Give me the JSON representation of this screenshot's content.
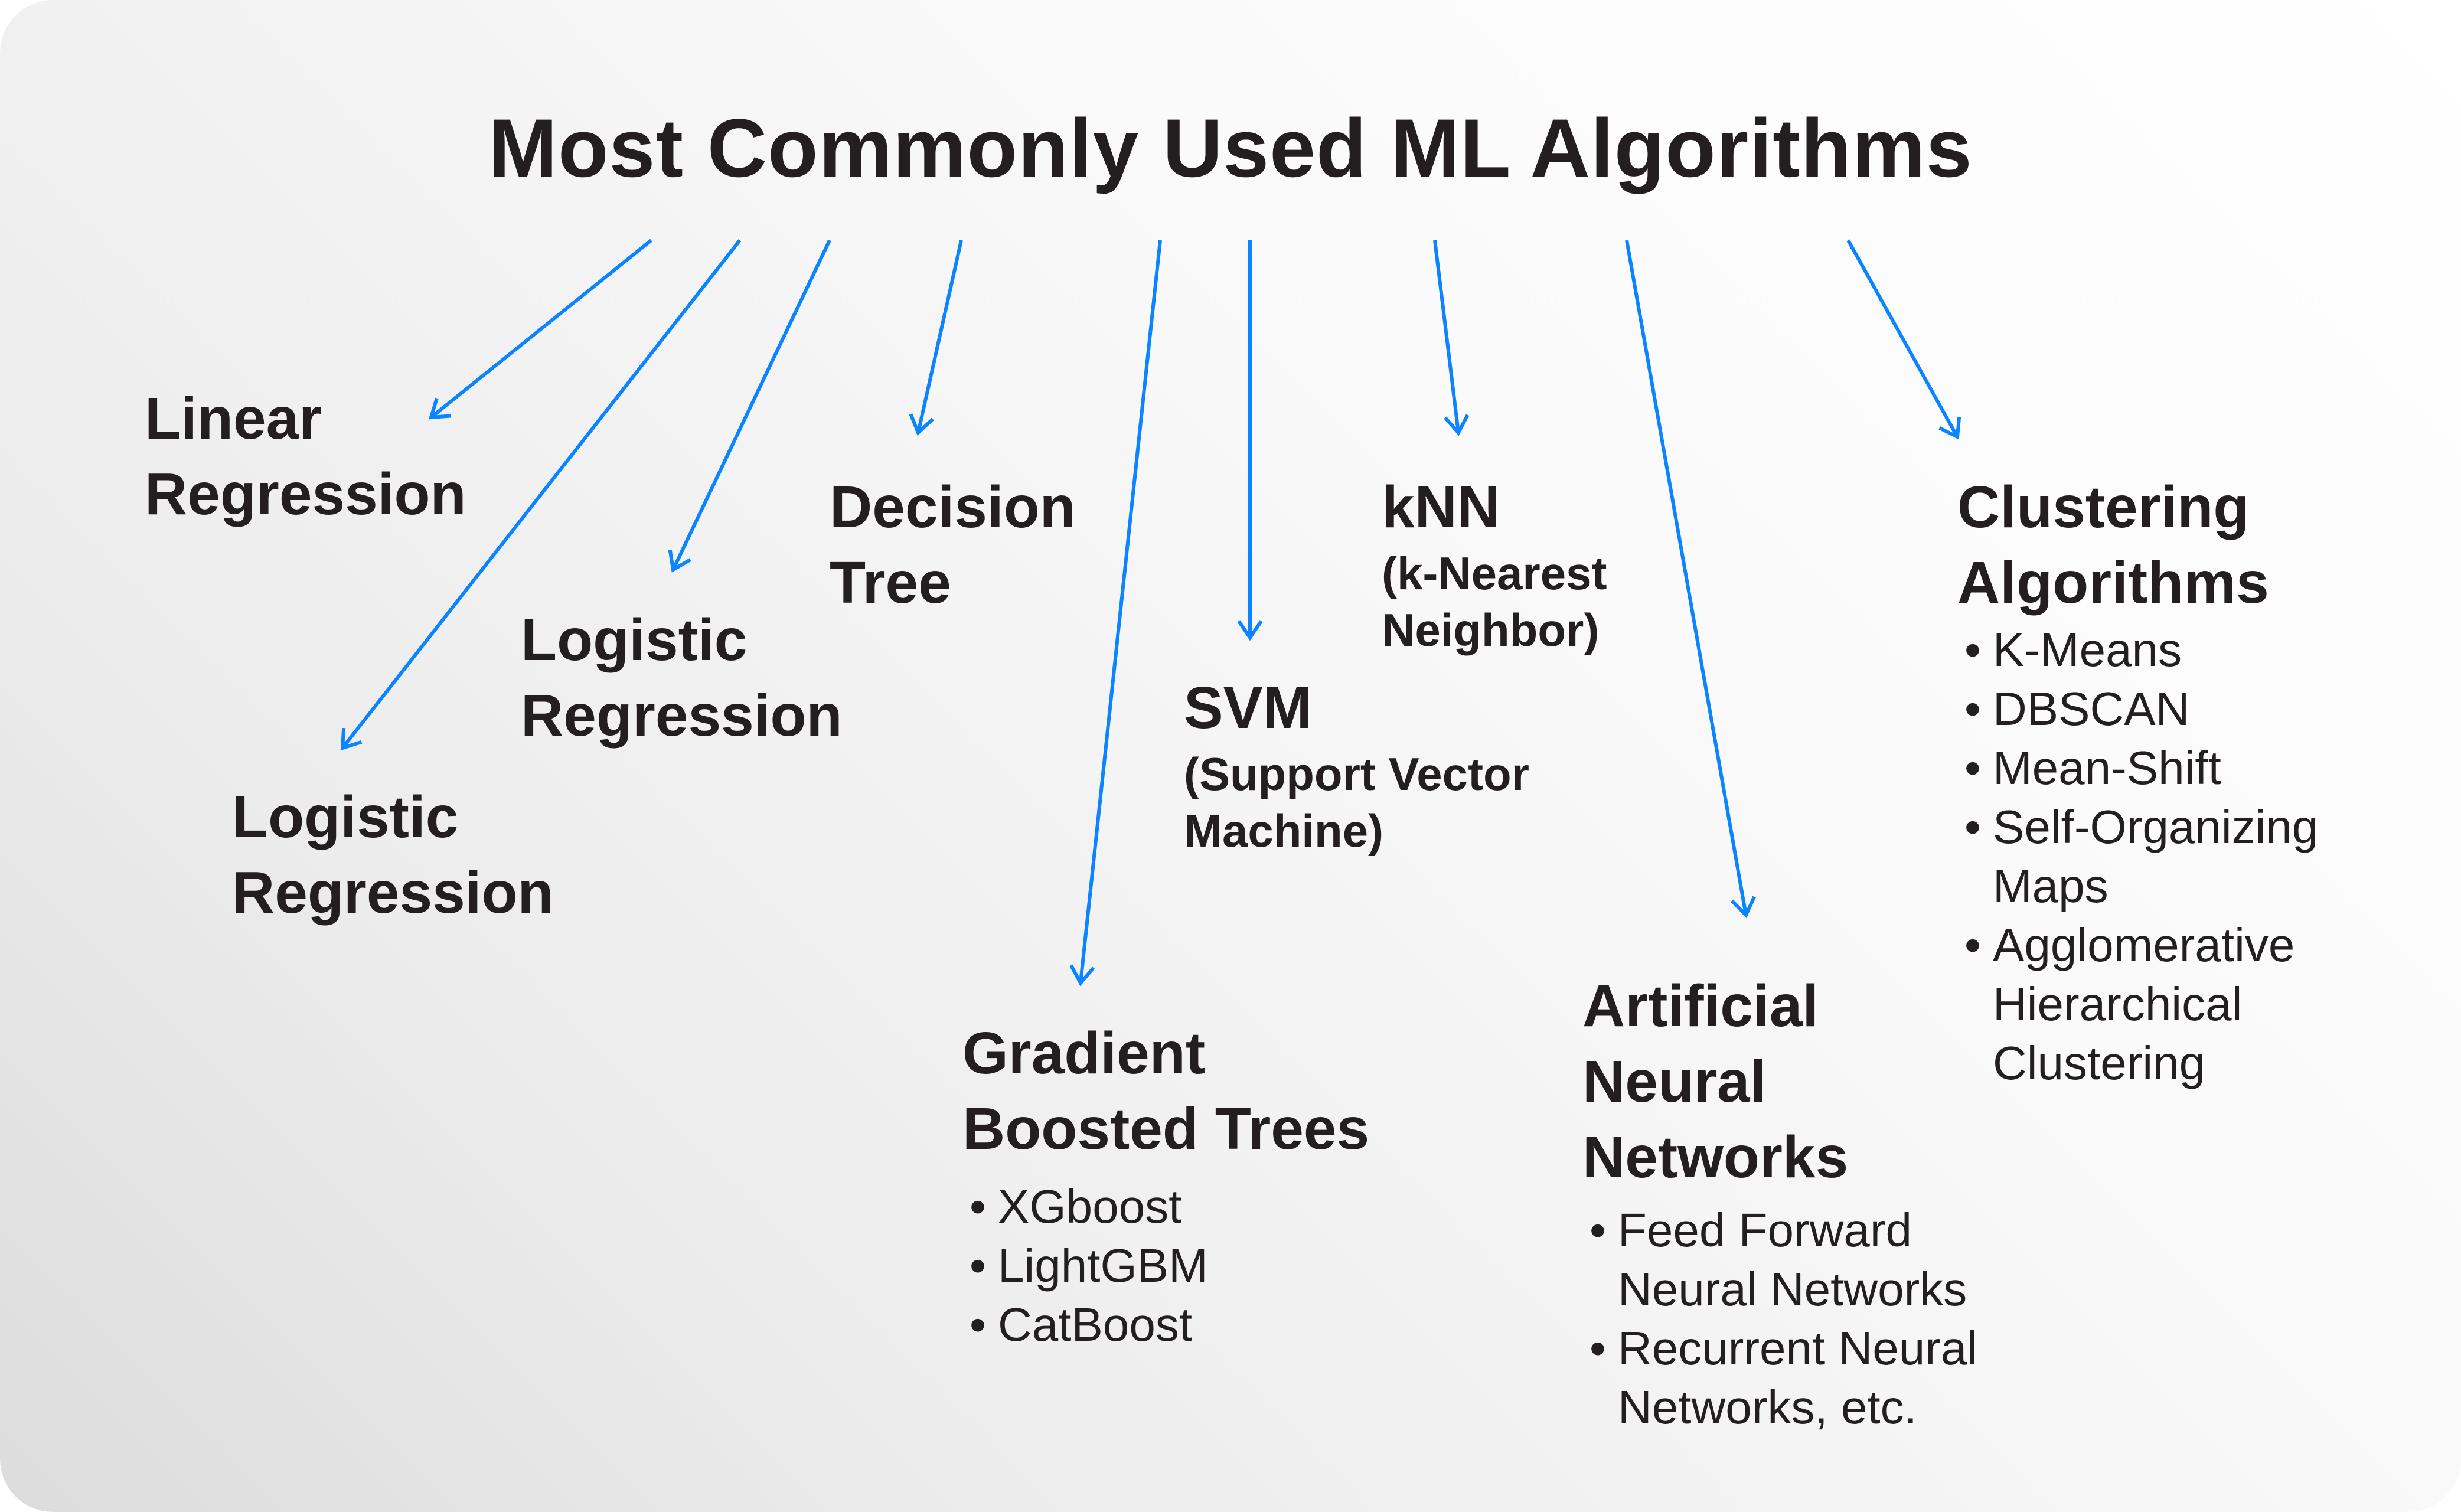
{
  "title": "Most Commonly Used ML Algorithms",
  "arrow_color": "#0a84ff",
  "nodes": {
    "linear_regression": {
      "heading": "Linear\nRegression"
    },
    "logistic_regression_1": {
      "heading": "Logistic\nRegression"
    },
    "logistic_regression_2": {
      "heading": "Logistic\nRegression"
    },
    "decision_tree": {
      "heading": "Decision\nTree"
    },
    "gradient_boosted_trees": {
      "heading": "Gradient\nBoosted Trees",
      "items": [
        "XGboost",
        "LightGBM",
        "CatBoost"
      ]
    },
    "svm": {
      "heading": "SVM",
      "subtitle": "(Support Vector\nMachine)"
    },
    "knn": {
      "heading": "kNN",
      "subtitle": "(k-Nearest\nNeighbor)"
    },
    "ann": {
      "heading": "Artificial\nNeural\nNetworks",
      "items": [
        "Feed Forward Neural Networks",
        "Recurrent Neural Networks, etc."
      ]
    },
    "clustering": {
      "heading": "Clustering\nAlgorithms",
      "items": [
        "K-Means",
        "DBSCAN",
        "Mean-Shift",
        "Self-Organizing Maps",
        "Agglomerative Hierarchical Clustering"
      ]
    }
  },
  "bullet": "•"
}
